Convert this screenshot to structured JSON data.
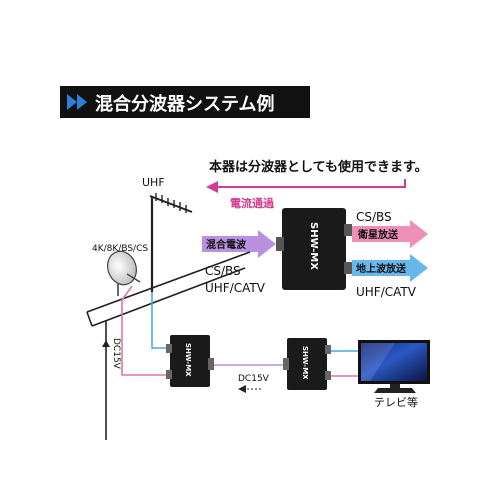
{
  "banner": {
    "title": "混合分波器システム例"
  },
  "note": "本器は分波器としても使用できます。",
  "labels": {
    "uhf_antenna": "UHF",
    "satellite": "4K/8K/BS/CS",
    "dc_vertical": "DC15V",
    "dc_horizontal": "DC15V",
    "tv": "テレビ等",
    "device_text": "SHW-MX",
    "current_flow": "電流通過",
    "mixed_wave": "混合電波",
    "in_top": "CS/BS",
    "in_bottom": "UHF/CATV",
    "out_top_title": "CS/BS",
    "out_top_arrow": "衛星放送",
    "out_bottom_arrow": "地上波放送",
    "out_bottom_title": "UHF/CATV"
  },
  "colors": {
    "banner": "#111111",
    "banner_arrow": "#2f7fd6",
    "magenta": "#d63a8c",
    "pink_arrow": "#ee8fb7",
    "purple": "#b991e0",
    "blue_arrow": "#6ab7ee",
    "cable_blue": "#4aa8e6",
    "cable_pink": "#d877b0",
    "device": "#1a1a1a"
  }
}
